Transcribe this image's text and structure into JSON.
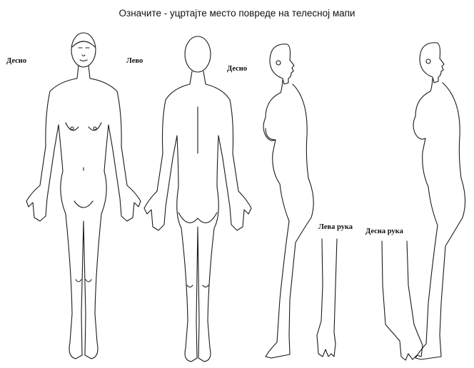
{
  "title": "Означите - уцртајте место повреде на телесној мапи",
  "labels": {
    "front_right": "Десно",
    "front_left": "Лево",
    "back_right": "Десно",
    "left_arm": "Лева рука",
    "right_arm": "Десна рука"
  },
  "colors": {
    "line": "#1a1a1a",
    "background": "#ffffff"
  }
}
